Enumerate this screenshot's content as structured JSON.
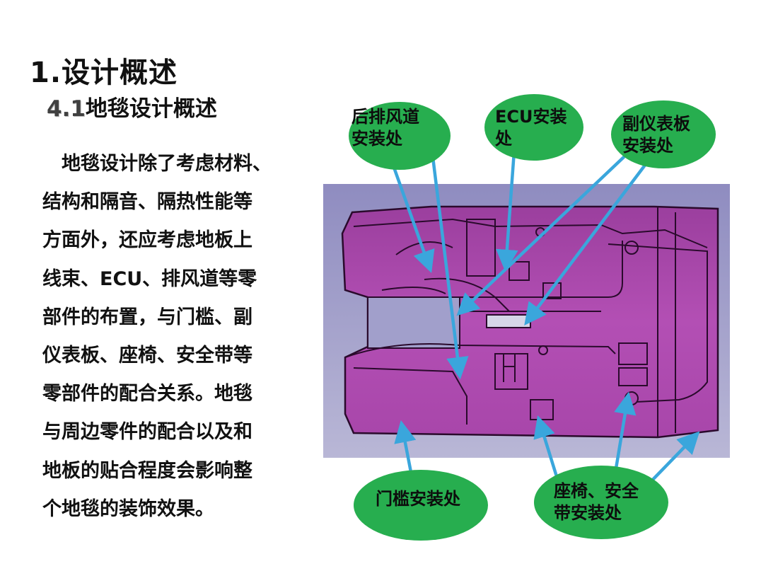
{
  "slide": {
    "title": "1.设计概述",
    "subtitle_num": "4.1",
    "subtitle_text": "地毯设计概述",
    "body_lines": [
      "　地毯设计除了考虑材料、",
      "结构和隔音、隔热性能等",
      "方面外，还应考虑地板上",
      "线束、ECU、排风道等零",
      "部件的布置，与门槛、副",
      "仪表板、座椅、安全带等",
      "零部件的配合关系。地毯",
      "与周边零件的配合以及和",
      "地板的贴合程度会影响整",
      "个地毯的装饰效果。"
    ]
  },
  "callouts": {
    "exhaust": {
      "line1": "后排风道",
      "line2": "安装处"
    },
    "ecu": {
      "line1": "ECU安装",
      "line2": "处"
    },
    "console": {
      "line1": "副仪表板",
      "line2": "安装处"
    },
    "sill": {
      "line1": "门槛安装处"
    },
    "seat": {
      "line1": "座椅、安全",
      "line2": "带安装处"
    }
  },
  "colors": {
    "bubble_green": "#27ae4f",
    "arrow_blue": "#3aa6dc",
    "floor_purple": "#b04ab2",
    "panel_background": "#9c98c4"
  }
}
